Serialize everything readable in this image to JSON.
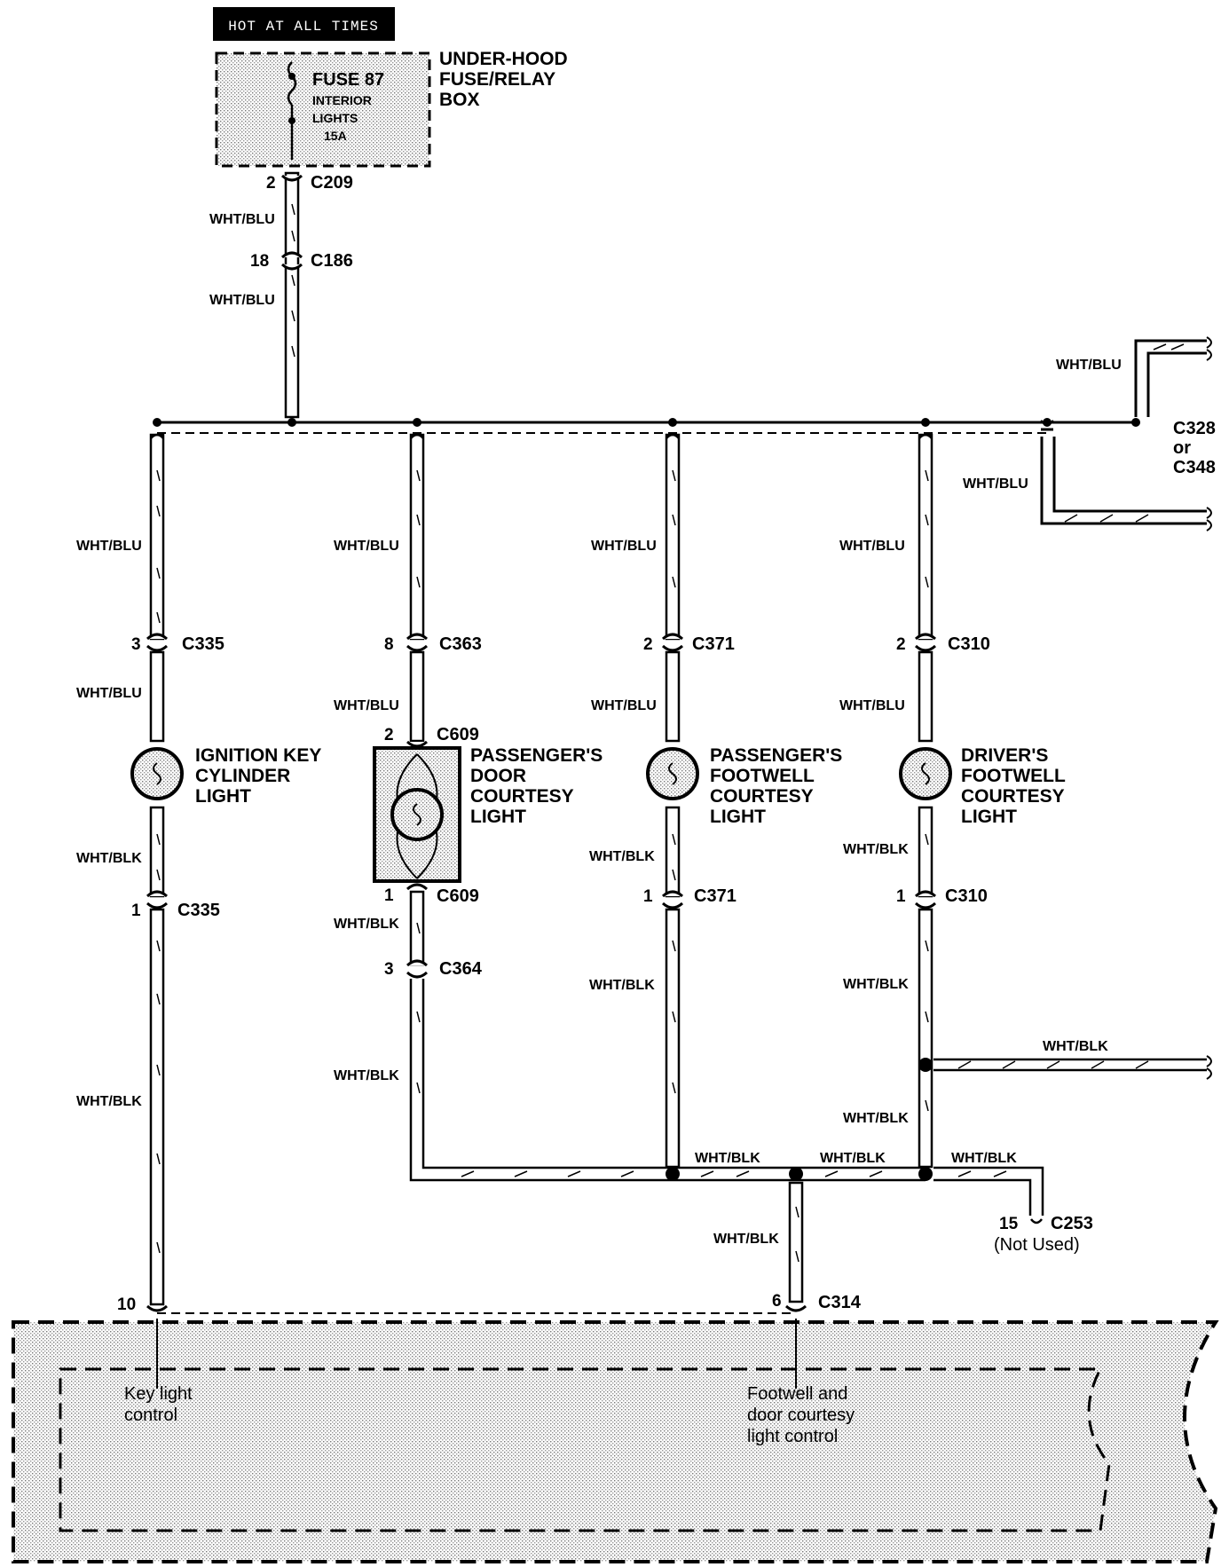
{
  "header": {
    "power_label": "HOT AT ALL TIMES"
  },
  "fuse_box": {
    "name_lines": [
      "UNDER-HOOD",
      "FUSE/RELAY",
      "BOX"
    ],
    "fuse_lines": [
      "FUSE 87",
      "INTERIOR",
      "LIGHTS",
      "15A"
    ]
  },
  "feed": {
    "c209_pin": "2",
    "c209": "C209",
    "c186_pin": "18",
    "c186": "C186",
    "wire_1": "WHT/BLU",
    "wire_2": "WHT/BLU"
  },
  "branch_right": {
    "wire_top": "WHT/BLU",
    "wire_mid": "WHT/BLU",
    "conn_lines": [
      "C328",
      "or",
      "C348"
    ]
  },
  "ignition": {
    "wire_top": "WHT/BLU",
    "pin_top": "3",
    "conn_top": "C335",
    "wire_mid": "WHT/BLU",
    "label": [
      "IGNITION KEY",
      "CYLINDER",
      "LIGHT"
    ],
    "wire_low": "WHT/BLK",
    "pin_low": "1",
    "conn_low": "C335",
    "wire_bottom": "WHT/BLK"
  },
  "passenger_door": {
    "wire_top": "WHT/BLU",
    "pin_top": "8",
    "conn_top": "C363",
    "wire_mid": "WHT/BLU",
    "pin_609a": "2",
    "conn_609a": "C609",
    "label": [
      "PASSENGER'S",
      "DOOR",
      "COURTESY",
      "LIGHT"
    ],
    "pin_609b": "1",
    "conn_609b": "C609",
    "wire_low": "WHT/BLK",
    "pin_364": "3",
    "conn_364": "C364",
    "wire_bottom": "WHT/BLK"
  },
  "passenger_footwell": {
    "wire_top": "WHT/BLU",
    "pin_top": "2",
    "conn_top": "C371",
    "wire_mid": "WHT/BLU",
    "label": [
      "PASSENGER'S",
      "FOOTWELL",
      "COURTESY",
      "LIGHT"
    ],
    "wire_low": "WHT/BLK",
    "pin_low": "1",
    "conn_low": "C371",
    "wire_bottom": "WHT/BLK"
  },
  "driver_footwell": {
    "wire_top": "WHT/BLU",
    "pin_top": "2",
    "conn_top": "C310",
    "wire_mid": "WHT/BLU",
    "label": [
      "DRIVER'S",
      "FOOTWELL",
      "COURTESY",
      "LIGHT"
    ],
    "wire_low": "WHT/BLK",
    "pin_low": "1",
    "conn_low": "C310",
    "wire_bottom": "WHT/BLK",
    "wire_splice": "WHT/BLK",
    "wire_below": "WHT/BLK"
  },
  "bottom_bus": {
    "wire_a": "WHT/BLK",
    "wire_b": "WHT/BLK",
    "wire_c": "WHT/BLK",
    "c253_pin": "15",
    "c253": "C253",
    "c253_note": "(Not Used)",
    "wire_down": "WHT/BLK",
    "c314_pin": "6",
    "c314": "C314",
    "pin_10": "10"
  },
  "control_unit": {
    "key_light": [
      "Key light",
      "control"
    ],
    "footwell": [
      "Footwell and",
      "door courtesy",
      "light control"
    ]
  }
}
